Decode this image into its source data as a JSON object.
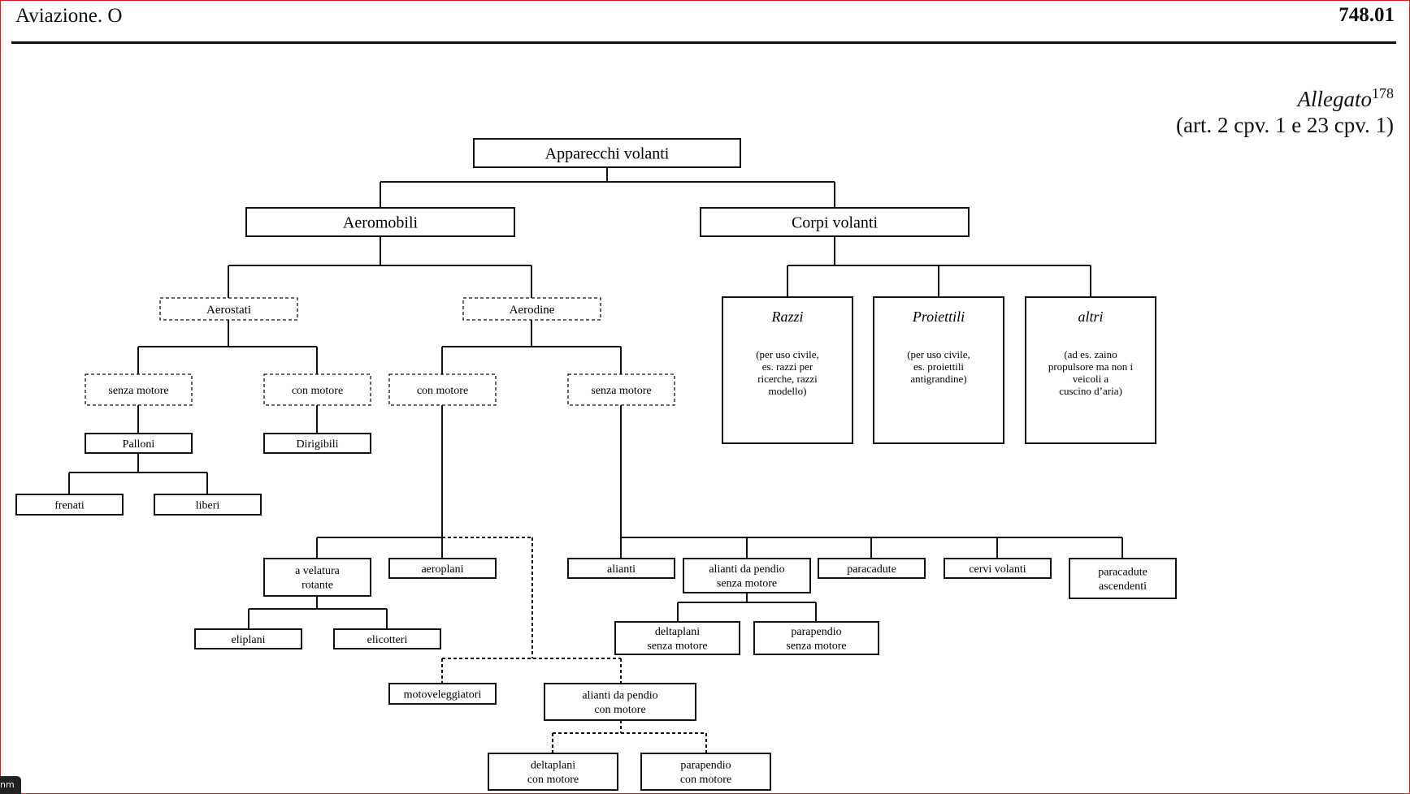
{
  "header": {
    "left": "Aviazione. O",
    "right": "748.01"
  },
  "annex": {
    "title": "Allegato",
    "footnote": "178",
    "reference": "(art. 2 cpv. 1 e 23 cpv. 1)"
  },
  "nodes": [
    {
      "id": "apparecchi-volanti",
      "lines": [
        "Apparecchi volanti"
      ]
    },
    {
      "id": "aeromobili",
      "lines": [
        "Aeromobili"
      ]
    },
    {
      "id": "corpi-volanti",
      "lines": [
        "Corpi volanti"
      ]
    },
    {
      "id": "aerostati",
      "lines": [
        "Aerostati"
      ]
    },
    {
      "id": "aerodine",
      "lines": [
        "Aerodine"
      ]
    },
    {
      "id": "razzi",
      "title": "Razzi",
      "lines": [
        "(per uso civile,",
        "es. razzi per",
        "ricerche, razzi",
        "modello)"
      ]
    },
    {
      "id": "proiettili",
      "title": "Proiettili",
      "lines": [
        "(per uso civile,",
        "es. proiettili",
        "antigrandine)"
      ]
    },
    {
      "id": "altri",
      "title": "altri",
      "lines": [
        "(ad es. zaino",
        "propulsore ma non i",
        "veicoli a",
        "cuscino d’aria)"
      ]
    },
    {
      "id": "aerostati-senza-motore",
      "lines": [
        "senza motore"
      ]
    },
    {
      "id": "aerostati-con-motore",
      "lines": [
        "con motore"
      ]
    },
    {
      "id": "aerodine-con-motore",
      "lines": [
        "con motore"
      ]
    },
    {
      "id": "aerodine-senza-motore",
      "lines": [
        "senza motore"
      ]
    },
    {
      "id": "palloni",
      "lines": [
        "Palloni"
      ]
    },
    {
      "id": "dirigibili",
      "lines": [
        "Dirigibili"
      ]
    },
    {
      "id": "frenati",
      "lines": [
        "frenati"
      ]
    },
    {
      "id": "liberi",
      "lines": [
        "liberi"
      ]
    },
    {
      "id": "a-velatura-rotante",
      "lines": [
        "a velatura",
        "rotante"
      ]
    },
    {
      "id": "aeroplani",
      "lines": [
        "aeroplani"
      ]
    },
    {
      "id": "alianti",
      "lines": [
        "alianti"
      ]
    },
    {
      "id": "alianti-da-pendio-senza-motore",
      "lines": [
        "alianti da pendio",
        "senza motore"
      ]
    },
    {
      "id": "paracadute",
      "lines": [
        "paracadute"
      ]
    },
    {
      "id": "cervi-volanti",
      "lines": [
        "cervi volanti"
      ]
    },
    {
      "id": "paracadute-ascendenti",
      "lines": [
        "paracadute",
        "ascendenti"
      ]
    },
    {
      "id": "eliplani",
      "lines": [
        "eliplani"
      ]
    },
    {
      "id": "elicotteri",
      "lines": [
        "elicotteri"
      ]
    },
    {
      "id": "deltaplani-senza-motore",
      "lines": [
        "deltaplani",
        "senza motore"
      ]
    },
    {
      "id": "parapendio-senza-motore",
      "lines": [
        "parapendio",
        "senza motore"
      ]
    },
    {
      "id": "motoveleggiatori",
      "lines": [
        "motoveleggiatori"
      ]
    },
    {
      "id": "alianti-da-pendio-con-motore",
      "lines": [
        "alianti da pendio",
        "con motore"
      ]
    },
    {
      "id": "deltaplani-con-motore",
      "lines": [
        "deltaplani",
        "con motore"
      ]
    },
    {
      "id": "parapendio-con-motore",
      "lines": [
        "parapendio",
        "con motore"
      ]
    }
  ],
  "corner_tab": "nm"
}
